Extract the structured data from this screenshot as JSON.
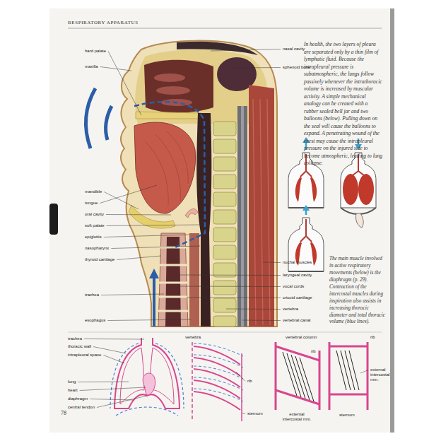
{
  "diagram": {
    "title": "RESPIRATORY APPARATUS",
    "labels": [
      "hard palate",
      "maxilla",
      "mandible",
      "tongue",
      "oral cavity",
      "soft palate",
      "epiglottis",
      "nasopharynx",
      "thyroid cartilage",
      "trachea",
      "esophagus",
      "nasal cavity",
      "sphenoid bone",
      "nuchal muscles",
      "laryngeal cavity",
      "vocal cords",
      "cricoid cartilage",
      "vertebra",
      "vertebral canal",
      "In health, the two layers of pleura are separated only by a thin film of lymphatic fluid. Because the intrapleural pressure is subatmospheric, the lungs follow passively whenever the intrathoracic volume is increased by muscular activity. A simple mechanical analogy can be created with a rubber sealed bell jar and two balloons (below). Pulling down on the seal will cause the balloons to expand. A penetrating wound of the chest may cause the intrapleural pressure on the injured side to become atmospheric, leading to lung collapse.",
      "The main muscle involved in active respiratory movements (below) is the diaphragm (p. 29). Contraction of the intercostal muscles during inspiration also assists in increasing thoracic diameter and total thoracic volume (blue lines).",
      "trachea",
      "thoracic wall",
      "intrapleural space",
      "lung",
      "heart",
      "diaphragm",
      "central tendon",
      "vertebra",
      "rib",
      "sternum",
      "vertebral column",
      "rib",
      "external intercostal mm.",
      "rib",
      "external intercostal mm.",
      "sternum",
      "78"
    ]
  }
}
